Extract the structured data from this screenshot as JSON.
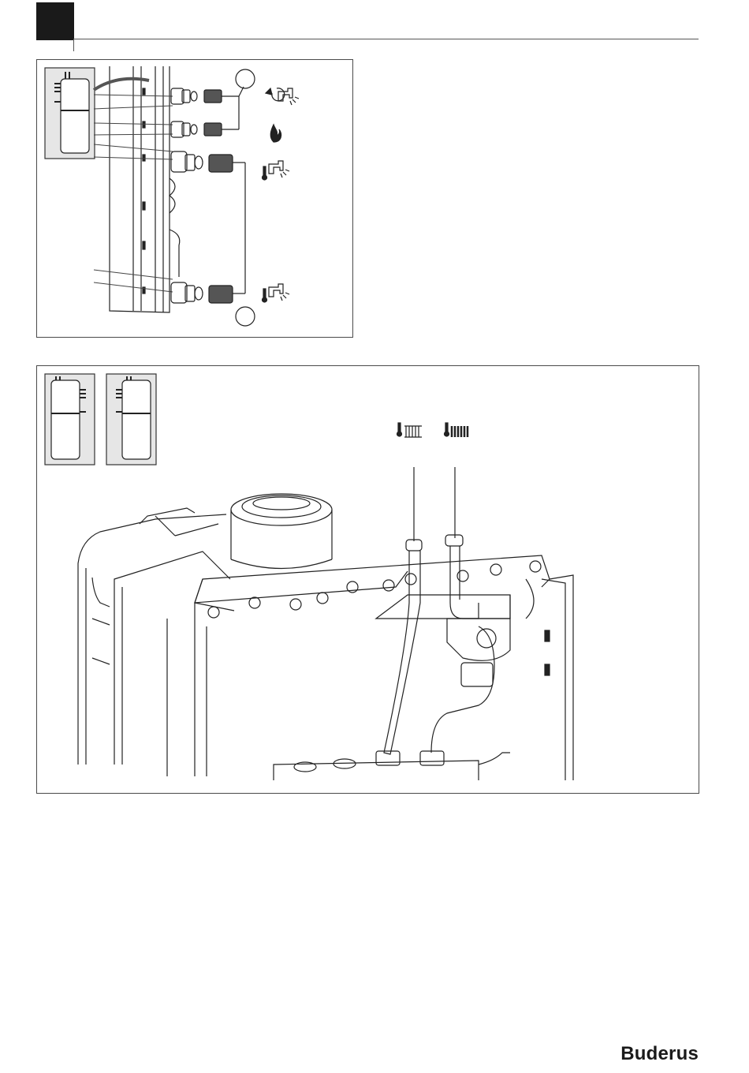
{
  "header": {
    "chapter_marker": "black-square"
  },
  "figure_top": {
    "thumbnail": "boiler-outline-thumbnail",
    "callout_top": "",
    "callout_bottom": "",
    "icons": [
      "return-flow-tap-icon",
      "gas-flame-icon",
      "hot-water-tap-icon",
      "cold-water-tap-icon"
    ]
  },
  "figure_bottom": {
    "thumbnails": [
      "boiler-outline-thumbnail",
      "boiler-outline-thumbnail"
    ],
    "icons": [
      "heating-flow-radiator-icon",
      "heating-return-radiator-icon"
    ]
  },
  "footer": {
    "brand": "Buderus"
  }
}
